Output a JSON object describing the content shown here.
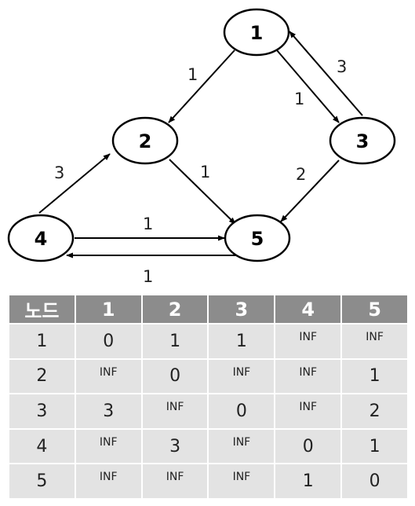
{
  "graph": {
    "nodes": [
      {
        "id": "1",
        "label": "1"
      },
      {
        "id": "2",
        "label": "2"
      },
      {
        "id": "3",
        "label": "3"
      },
      {
        "id": "4",
        "label": "4"
      },
      {
        "id": "5",
        "label": "5"
      }
    ],
    "edges": [
      {
        "from": "1",
        "to": "2",
        "weight": "1"
      },
      {
        "from": "1",
        "to": "3",
        "weight": "1"
      },
      {
        "from": "3",
        "to": "1",
        "weight": "3"
      },
      {
        "from": "2",
        "to": "5",
        "weight": "1"
      },
      {
        "from": "3",
        "to": "5",
        "weight": "2"
      },
      {
        "from": "4",
        "to": "2",
        "weight": "3"
      },
      {
        "from": "4",
        "to": "5",
        "weight": "1"
      },
      {
        "from": "5",
        "to": "4",
        "weight": "1"
      }
    ]
  },
  "table": {
    "headers": [
      "노드",
      "1",
      "2",
      "3",
      "4",
      "5"
    ],
    "rows": [
      [
        "1",
        "0",
        "1",
        "1",
        "INF",
        "INF"
      ],
      [
        "2",
        "INF",
        "0",
        "INF",
        "INF",
        "1"
      ],
      [
        "3",
        "3",
        "INF",
        "0",
        "INF",
        "2"
      ],
      [
        "4",
        "INF",
        "3",
        "INF",
        "0",
        "1"
      ],
      [
        "5",
        "INF",
        "INF",
        "INF",
        "1",
        "0"
      ]
    ]
  }
}
